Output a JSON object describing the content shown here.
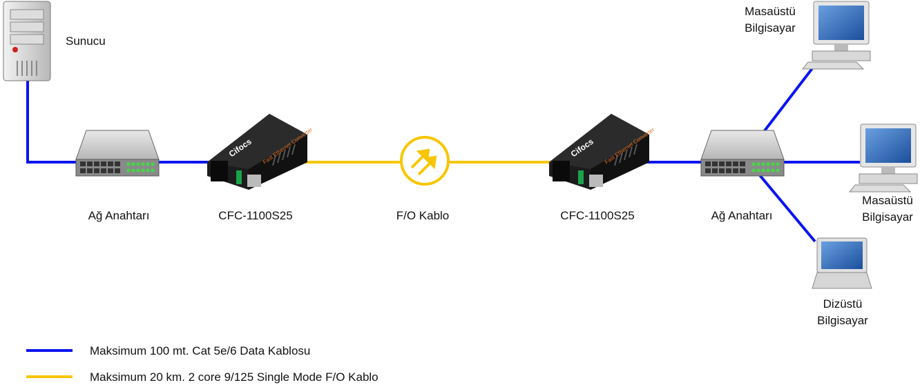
{
  "colors": {
    "copper_line": "#0a14f0",
    "fiber_line": "#f7c600"
  },
  "nodes": {
    "server": {
      "label": "Sunucu"
    },
    "switch_left": {
      "label": "Ağ Anahtarı"
    },
    "converter_left": {
      "label": "CFC-1100S25",
      "brand": "Cifocs",
      "product_text": "Fast Ethernet Converter"
    },
    "fiber": {
      "label": "F/O Kablo"
    },
    "converter_right": {
      "label": "CFC-1100S25",
      "brand": "Cifocs",
      "product_text": "Fast Ethernet Converter"
    },
    "switch_right": {
      "label": "Ağ Anahtarı"
    },
    "desktop_top": {
      "label_line1": "Masaüstü",
      "label_line2": "Bilgisayar"
    },
    "desktop_middle": {
      "label_line1": "Masaüstü",
      "label_line2": "Bilgisayar"
    },
    "laptop": {
      "label_line1": "Dizüstü",
      "label_line2": "Bilgisayar"
    }
  },
  "legend": [
    {
      "label": "Maksimum 100 mt. Cat 5e/6 Data Kablosu"
    },
    {
      "label": "Maksimum 20 km. 2 core 9/125 Single Mode F/O Kablo"
    }
  ]
}
